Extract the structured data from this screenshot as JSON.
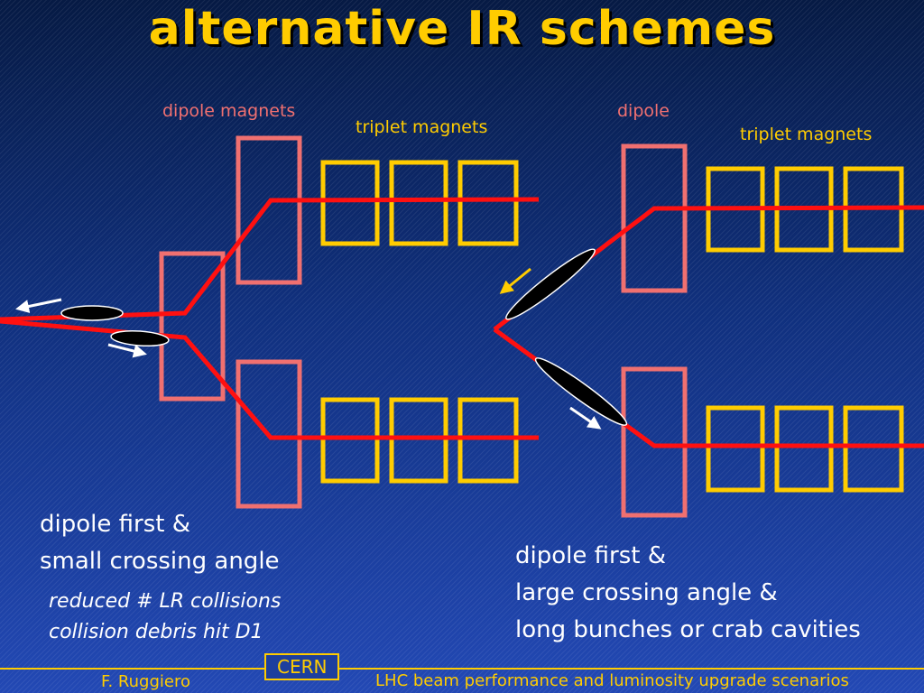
{
  "title": "alternative IR schemes",
  "colors": {
    "beam": "#ff1010",
    "dipole": "#f07070",
    "triplet": "#ffcc00",
    "bunch": "#000000"
  },
  "left_scheme": {
    "dipole_label": "dipole magnets",
    "triplet_label": "triplet magnets",
    "heading_line1": "dipole first &",
    "heading_line2": "small crossing angle",
    "note_line1": "reduced # LR collisions",
    "note_line2": "collision debris hit D1"
  },
  "right_scheme": {
    "dipole_label": "dipole",
    "triplet_label": "triplet magnets",
    "heading_line1": "dipole first &",
    "heading_line2": "large crossing angle &",
    "heading_line3": "long bunches or crab cavities"
  },
  "footer": {
    "author": "F. Ruggiero",
    "organization": "CERN",
    "talk_title": "LHC beam performance and luminosity upgrade scenarios"
  }
}
